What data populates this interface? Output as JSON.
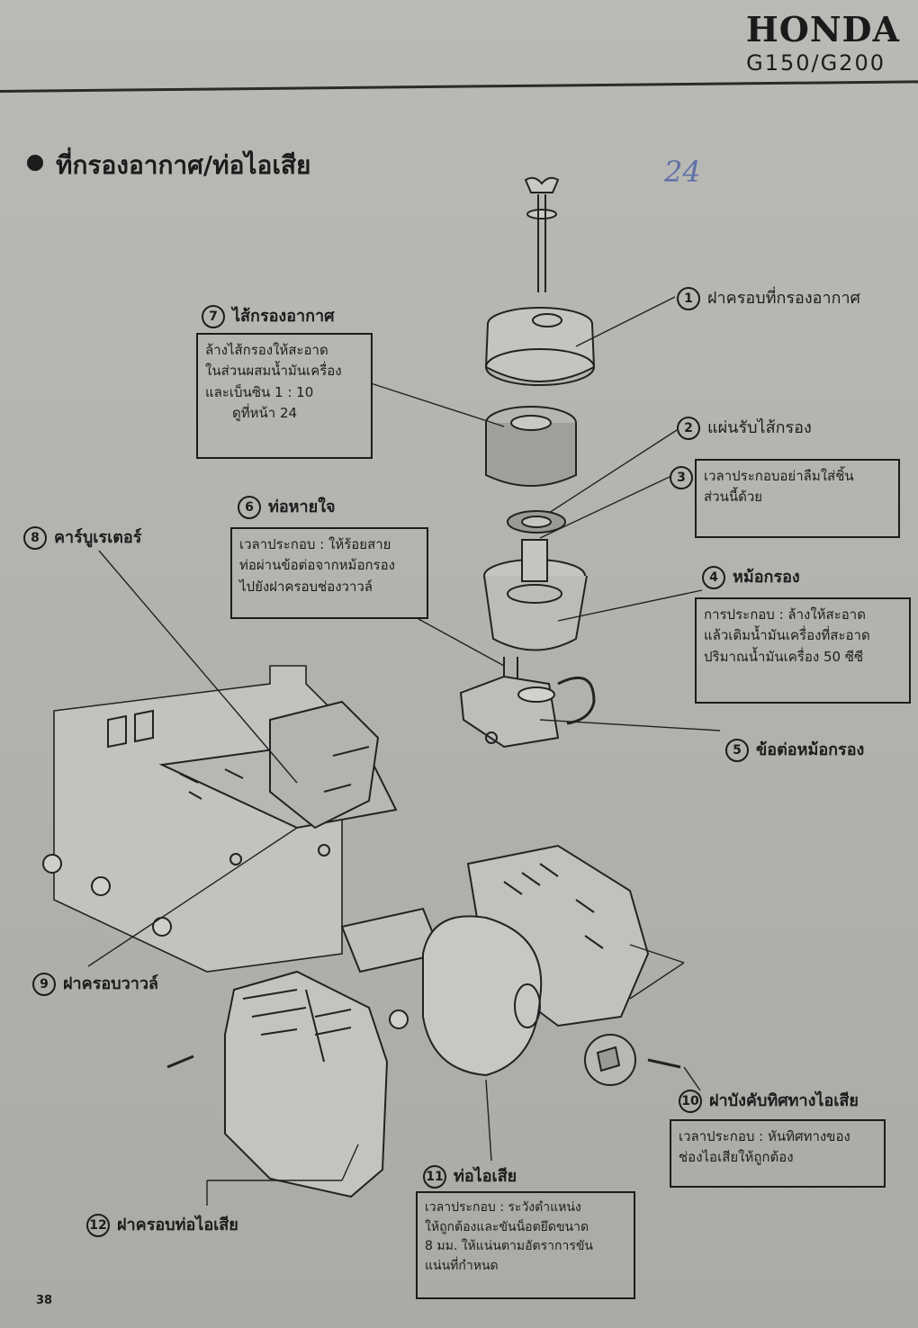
{
  "header": {
    "brand": "HONDA",
    "model": "G150/G200"
  },
  "title": "ที่กรองอากาศ/ท่อไอเสีย",
  "handwritten_note": "24",
  "page_number": "38",
  "parts": [
    {
      "num": "1",
      "label": "ฝาครอบที่กรองอากาศ"
    },
    {
      "num": "2",
      "label": "แผ่นรับไส้กรอง"
    },
    {
      "num": "3",
      "note": [
        "เวลาประกอบอย่าลืมใส่ชิ้น",
        "ส่วนนี้ด้วย"
      ]
    },
    {
      "num": "4",
      "label": "หม้อกรอง",
      "note": [
        "การประกอบ  :  ล้างให้สะอาด",
        "แล้วเติมน้ำมันเครื่องที่สะอาด",
        "ปริมาณน้ำมันเครื่อง 50 ซีซี"
      ]
    },
    {
      "num": "5",
      "label": "ข้อต่อหม้อกรอง"
    },
    {
      "num": "6",
      "label": "ท่อหายใจ",
      "note": [
        "เวลาประกอบ : ให้ร้อยสาย",
        "ท่อผ่านข้อต่อจากหม้อกรอง",
        "ไปยังฝาครอบช่องวาวล์"
      ]
    },
    {
      "num": "7",
      "label": "ไส้กรองอากาศ",
      "note": [
        "ล้างไส้กรองให้สะอาด",
        "ในส่วนผสมน้ำมันเครื่อง",
        "และเบ็นซิน 1 : 10",
        "ดูที่หน้า 24"
      ]
    },
    {
      "num": "8",
      "label": "คาร์บูเรเตอร์"
    },
    {
      "num": "9",
      "label": "ฝาครอบวาวล์"
    },
    {
      "num": "10",
      "label": "ฝาบังคับทิศทางไอเสีย",
      "note": [
        "เวลาประกอบ : หันทิศทางของ",
        "ช่องไอเสียให้ถูกต้อง"
      ]
    },
    {
      "num": "11",
      "label": "ท่อไอเสีย",
      "note": [
        "เวลาประกอบ : ระวังตำแหน่ง",
        "ให้ถูกต้องและขันน็อตยึดขนาด",
        "8 มม. ให้แน่นตามอัตราการขัน",
        "แน่นที่กำหนด"
      ]
    },
    {
      "num": "12",
      "label": "ฝาครอบท่อไอเสีย"
    }
  ]
}
